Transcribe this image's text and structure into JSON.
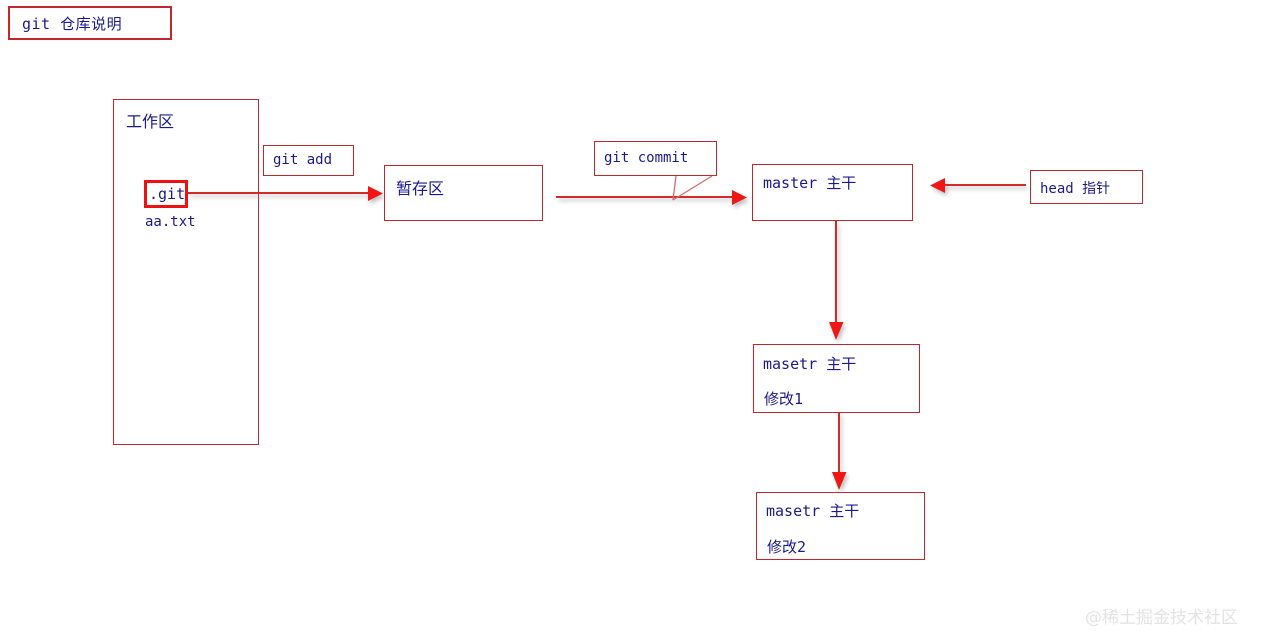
{
  "page": {
    "title": "git 仓库说明",
    "watermark": "@稀土掘金技术社区"
  },
  "colors": {
    "border_red": "#c1272d",
    "highlight_red": "#ee1111",
    "text_blue": "#1a1a8c",
    "arrow_red": "#e81f1f",
    "background": "#ffffff",
    "watermark_gray": "#e3e3e3"
  },
  "diagram": {
    "type": "flow-diagram",
    "nodes": [
      {
        "id": "title",
        "label": "git 仓库说明",
        "shape": "rect"
      },
      {
        "id": "workspace",
        "label": "工作区",
        "shape": "rect",
        "items": [
          {
            "id": "git-dir",
            "label": ".git",
            "highlighted": true
          },
          {
            "id": "aa-txt",
            "label": "aa.txt",
            "highlighted": false
          }
        ]
      },
      {
        "id": "staging",
        "label": "暂存区",
        "shape": "rect"
      },
      {
        "id": "master",
        "label": "master 主干",
        "shape": "rect"
      },
      {
        "id": "head",
        "label": "head 指针",
        "shape": "rect"
      },
      {
        "id": "commit1",
        "label": "masetr 主干",
        "sublabel": "修改1",
        "shape": "rect"
      },
      {
        "id": "commit2",
        "label": "masetr 主干",
        "sublabel": "修改2",
        "shape": "rect"
      }
    ],
    "edge_labels": [
      {
        "id": "git-add",
        "label": "git add",
        "shape": "rect"
      },
      {
        "id": "git-commit",
        "label": "git commit",
        "shape": "callout"
      }
    ],
    "edges": [
      {
        "from": "git-dir",
        "to": "staging",
        "label": "git add",
        "direction": "right"
      },
      {
        "from": "staging",
        "to": "master",
        "label": "git commit",
        "direction": "right"
      },
      {
        "from": "head",
        "to": "master",
        "label": "",
        "direction": "left"
      },
      {
        "from": "master",
        "to": "commit1",
        "label": "",
        "direction": "down"
      },
      {
        "from": "commit1",
        "to": "commit2",
        "label": "",
        "direction": "down"
      }
    ]
  }
}
